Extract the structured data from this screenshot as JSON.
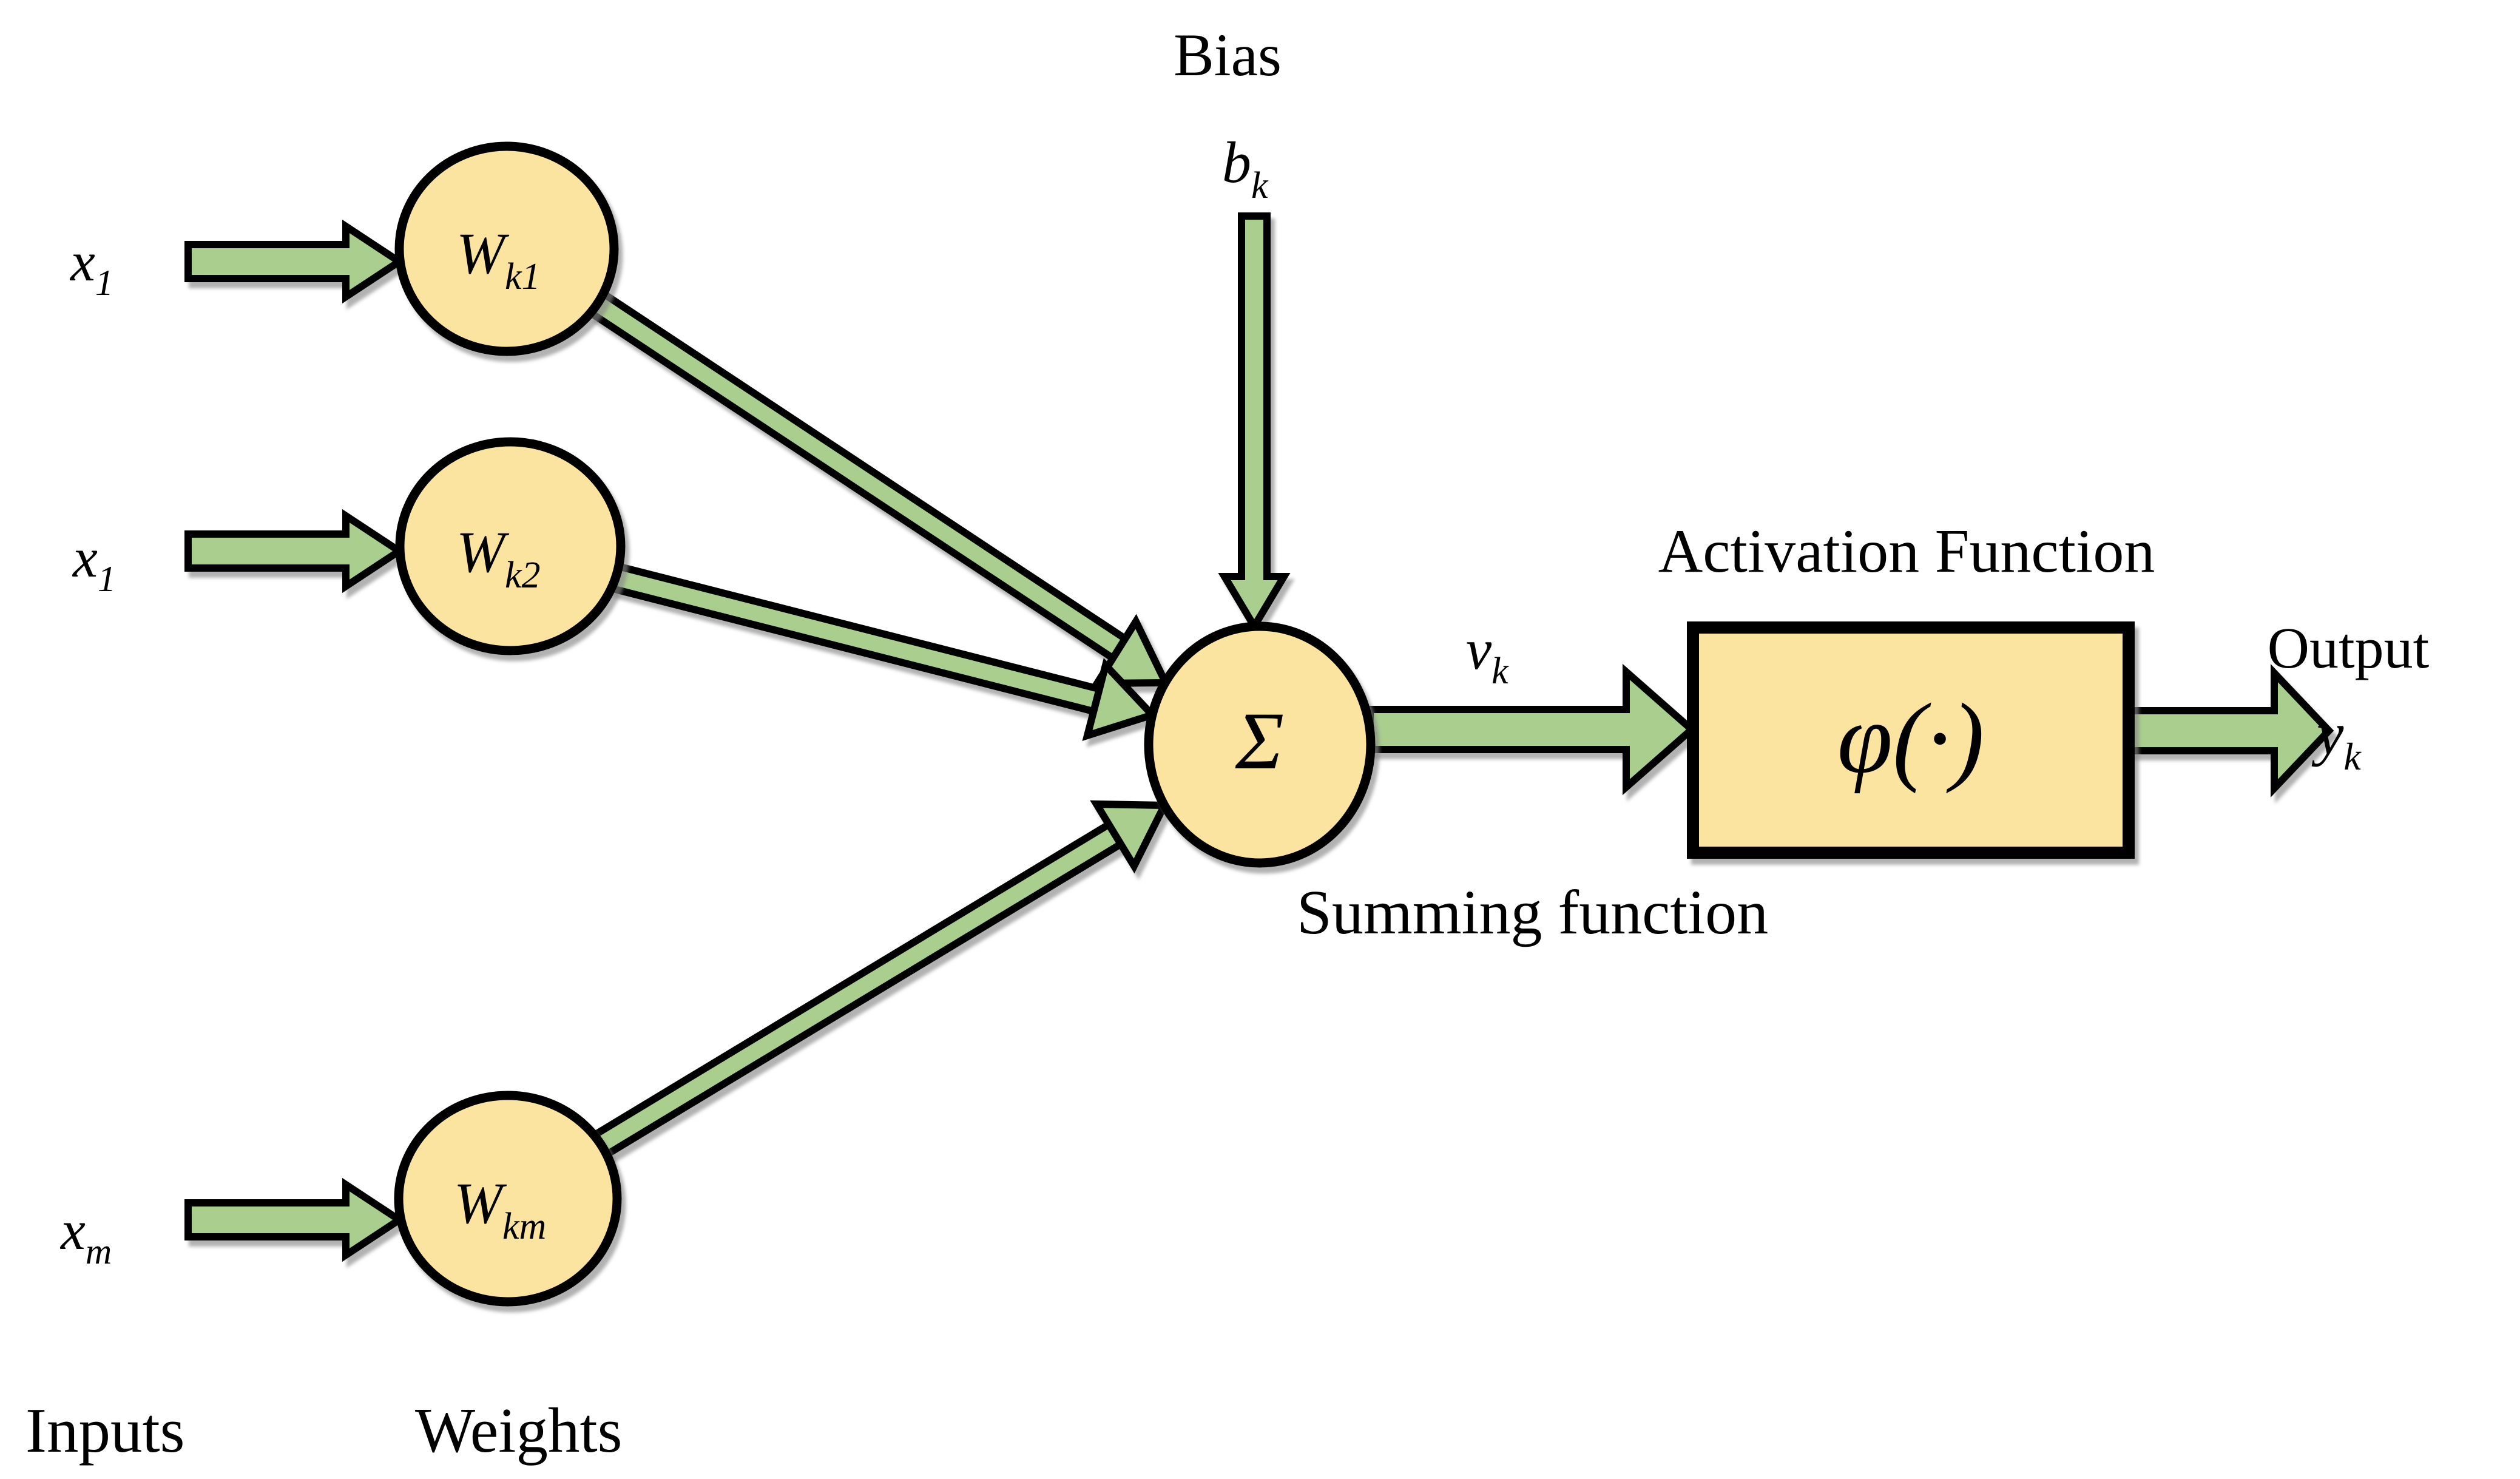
{
  "colors": {
    "background": "#FFFFFF",
    "node_fill": "#FBE3A0",
    "arrow_fill": "#A9CE8E",
    "outline": "#000000"
  },
  "inputs": [
    {
      "base": "x",
      "sub": "1"
    },
    {
      "base": "x",
      "sub": "1"
    },
    {
      "base": "x",
      "sub": "m"
    }
  ],
  "weights": [
    {
      "base": "W",
      "sub": "k1"
    },
    {
      "base": "W",
      "sub": "k2"
    },
    {
      "base": "W",
      "sub": "km"
    }
  ],
  "bias": {
    "label": "Bias",
    "base": "b",
    "sub": "k"
  },
  "summing": {
    "symbol": "Σ",
    "label": "Summing function"
  },
  "signal": {
    "base": "v",
    "sub": "k"
  },
  "activation": {
    "label": "Activation Function",
    "symbol": "φ(·)"
  },
  "output": {
    "label": "Output",
    "base": "y",
    "sub": "k"
  },
  "captions": {
    "inputs": "Inputs",
    "weights": "Weights"
  }
}
